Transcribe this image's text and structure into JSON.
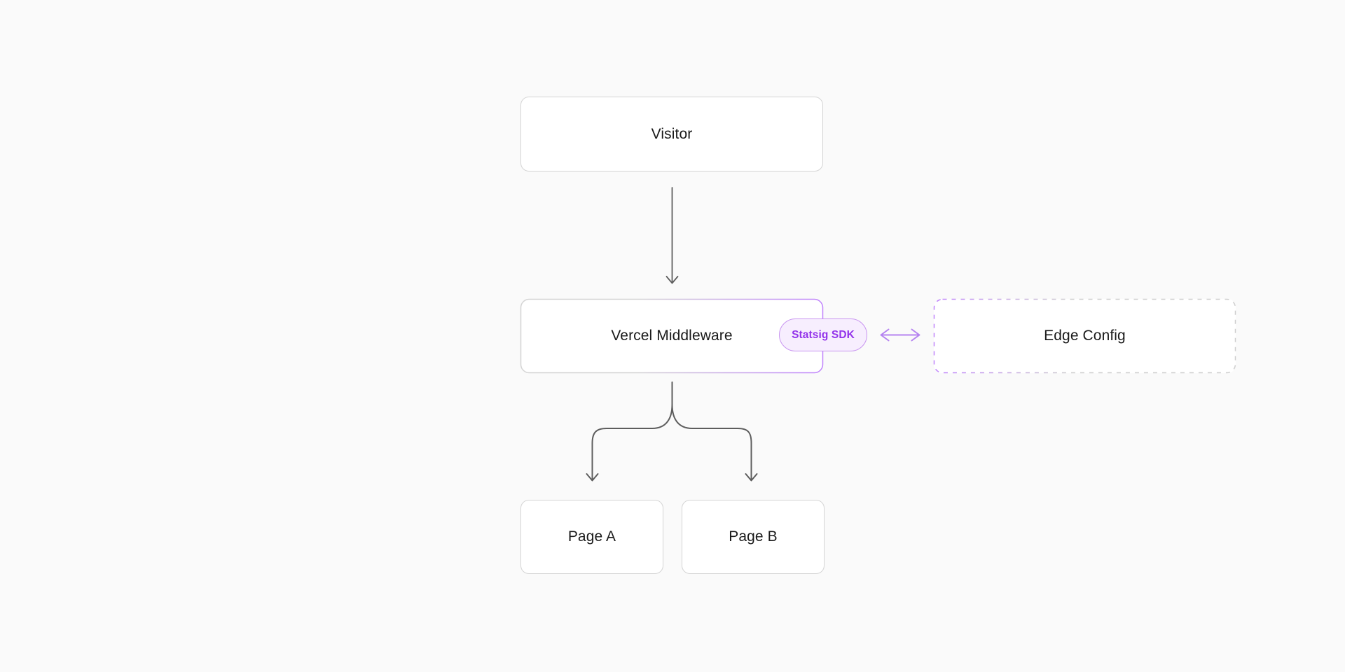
{
  "diagram": {
    "nodes": {
      "visitor": {
        "label": "Visitor"
      },
      "middleware": {
        "label": "Vercel Middleware"
      },
      "badge": {
        "label": "Statsig SDK"
      },
      "edge_config": {
        "label": "Edge Config"
      },
      "page_a": {
        "label": "Page A"
      },
      "page_b": {
        "label": "Page B"
      }
    },
    "edges": [
      {
        "from": "visitor",
        "to": "middleware",
        "style": "solid-gray",
        "direction": "down"
      },
      {
        "from": "middleware",
        "to": "edge_config",
        "style": "double-headed-purple",
        "direction": "both"
      },
      {
        "from": "middleware",
        "to": "page_a",
        "style": "solid-gray-branch",
        "direction": "down"
      },
      {
        "from": "middleware",
        "to": "page_b",
        "style": "solid-gray-branch",
        "direction": "down"
      }
    ],
    "colors": {
      "page_bg": "#fafafa",
      "node_bg": "#ffffff",
      "node_border_gray": "#d4d4d4",
      "accent_purple": "#c084fc",
      "double_arrow_purple": "#b583f0",
      "badge_bg": "#f7eefe",
      "badge_border": "#c894f0",
      "badge_text": "#9333ea",
      "arrow_gray": "#5d5d5d",
      "label_text": "#1a1a1a"
    }
  }
}
